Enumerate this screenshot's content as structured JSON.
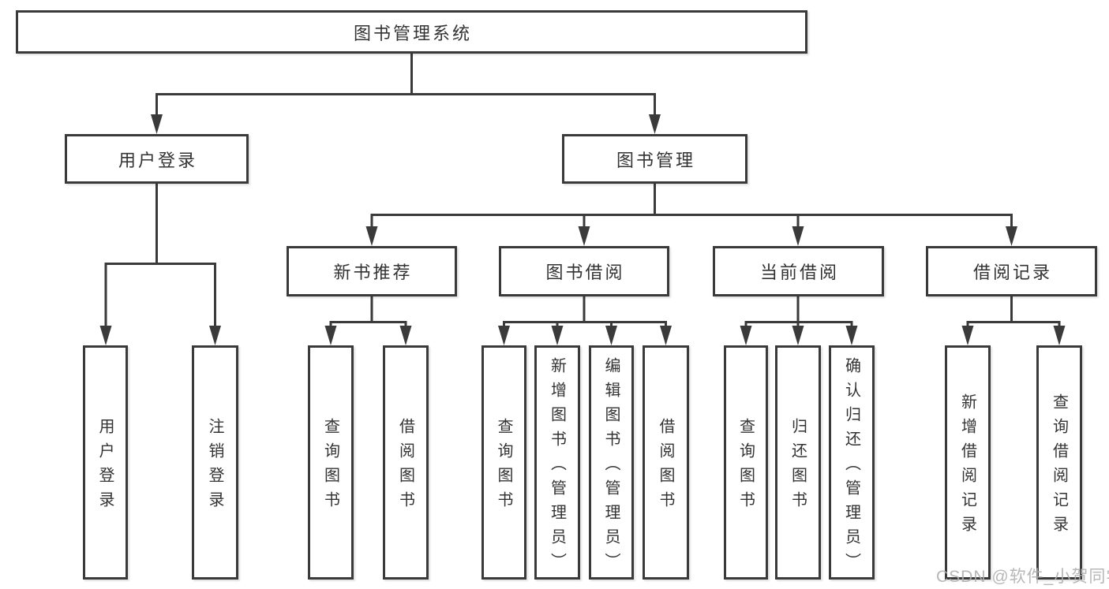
{
  "diagram": {
    "root": "图书管理系统",
    "branches": [
      {
        "label": "用户登录",
        "children": [
          "用户登录",
          "注销登录"
        ]
      },
      {
        "label": "图书管理",
        "sections": [
          {
            "label": "新书推荐",
            "children": [
              "查询图书",
              "借阅图书"
            ]
          },
          {
            "label": "图书借阅",
            "children": [
              "查询图书",
              "新增图书（管理员）",
              "编辑图书（管理员）",
              "借阅图书"
            ]
          },
          {
            "label": "当前借阅",
            "children": [
              "查询图书",
              "归还图书",
              "确认归还（管理员）"
            ]
          },
          {
            "label": "借阅记录",
            "children": [
              "新增借阅记录",
              "查询借阅记录"
            ]
          }
        ]
      }
    ]
  },
  "watermark": "CSDN @软件_小贺同学",
  "colors": {
    "line": "#3a3a3a",
    "box_background": "#ffffff",
    "label_text": "#333333",
    "watermark_text": "#b0b0b0"
  }
}
